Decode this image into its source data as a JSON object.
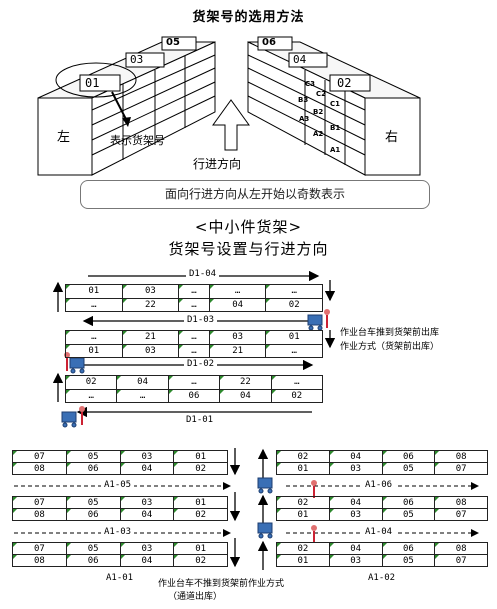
{
  "title": "货架号的选用方法",
  "top_diagram": {
    "left_label": "左",
    "right_label": "右",
    "left_rack_numbers": [
      "01",
      "03",
      "05"
    ],
    "right_rack_numbers": [
      "02",
      "04",
      "06"
    ],
    "callout": "表示货架号",
    "direction": "行进方向",
    "slot_labels": [
      "C3",
      "C2",
      "C1",
      "B3",
      "B2",
      "B1",
      "A3",
      "A2",
      "A1"
    ]
  },
  "hint": "面向行进方向从左开始以奇数表示",
  "section_title": "<中小件货架>",
  "section_subtitle": "货架号设置与行进方向",
  "middle": {
    "aisles": [
      "D1-04",
      "D1-03",
      "D1-02",
      "D1-01"
    ],
    "racks": [
      {
        "top": [
          "01",
          "03",
          "…",
          "…",
          "…"
        ],
        "bottom": [
          "…",
          "22",
          "…",
          "04",
          "02"
        ]
      },
      {
        "top": [
          "…",
          "21",
          "…",
          "03",
          "01"
        ],
        "bottom": [
          "01",
          "03",
          "…",
          "21",
          "…"
        ]
      },
      {
        "top": [
          "02",
          "04",
          "…",
          "22",
          "…"
        ],
        "bottom": [
          "…",
          "…",
          "06",
          "04",
          "02"
        ]
      }
    ],
    "note_line1": "作业台车推到货架前出库",
    "note_line2": "作业方式（货架前出库）"
  },
  "bottom": {
    "left_aisles": [
      "A1-05",
      "A1-03",
      "A1-01"
    ],
    "right_aisles": [
      "A1-06",
      "A1-04",
      "A1-02"
    ],
    "left_rack": {
      "top": [
        "07",
        "05",
        "03",
        "01"
      ],
      "bottom": [
        "08",
        "06",
        "04",
        "02"
      ]
    },
    "right_rack": {
      "top": [
        "02",
        "04",
        "06",
        "08"
      ],
      "bottom": [
        "01",
        "03",
        "05",
        "07"
      ]
    },
    "note_line1": "作业台车不推到货架前作业方式",
    "note_line2": "（通道出库）"
  }
}
